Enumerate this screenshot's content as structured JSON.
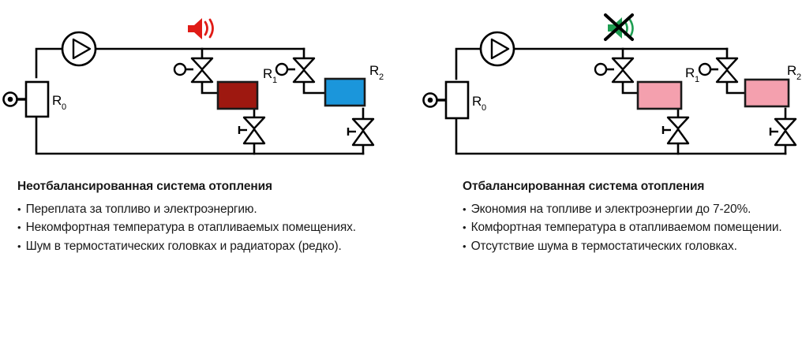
{
  "diagram": {
    "left": {
      "caption_title": "Неотбалансированная система отопления",
      "bullets": [
        "Переплата за топливо и электроэнергию.",
        "Некомфортная температура в отапливаемых помещениях.",
        "Шум в термостатических головках и радиаторах (редко)."
      ],
      "bullet_char": "•",
      "labels": {
        "boiler": "R",
        "boiler_sub": "0",
        "radiator1": "R",
        "radiator1_sub": "1",
        "radiator2": "R",
        "radiator2_sub": "2"
      },
      "noise_icon": "speaker-on-icon",
      "noise_icon_color": "#e01b16",
      "radiator1_color": "#9e1810",
      "radiator2_color": "#1b96db",
      "line_color": "#000000"
    },
    "right": {
      "caption_title": "Отбалансированная система отопления",
      "bullets": [
        "Экономия на топливе и электроэнергии до 7-20%.",
        "Комфортная температура в отапливаемом помещении.",
        "Отсутствие шума в термостатических головках."
      ],
      "bullet_char": "•",
      "labels": {
        "boiler": "R",
        "boiler_sub": "0",
        "radiator1": "R",
        "radiator1_sub": "1",
        "radiator2": "R",
        "radiator2_sub": "2"
      },
      "noise_icon": "speaker-muted-icon",
      "noise_icon_color": "#1f9e52",
      "noise_icon_cross_color": "#000000",
      "radiator1_color": "#f4a0ae",
      "radiator2_color": "#f4a0ae",
      "line_color": "#000000"
    }
  }
}
